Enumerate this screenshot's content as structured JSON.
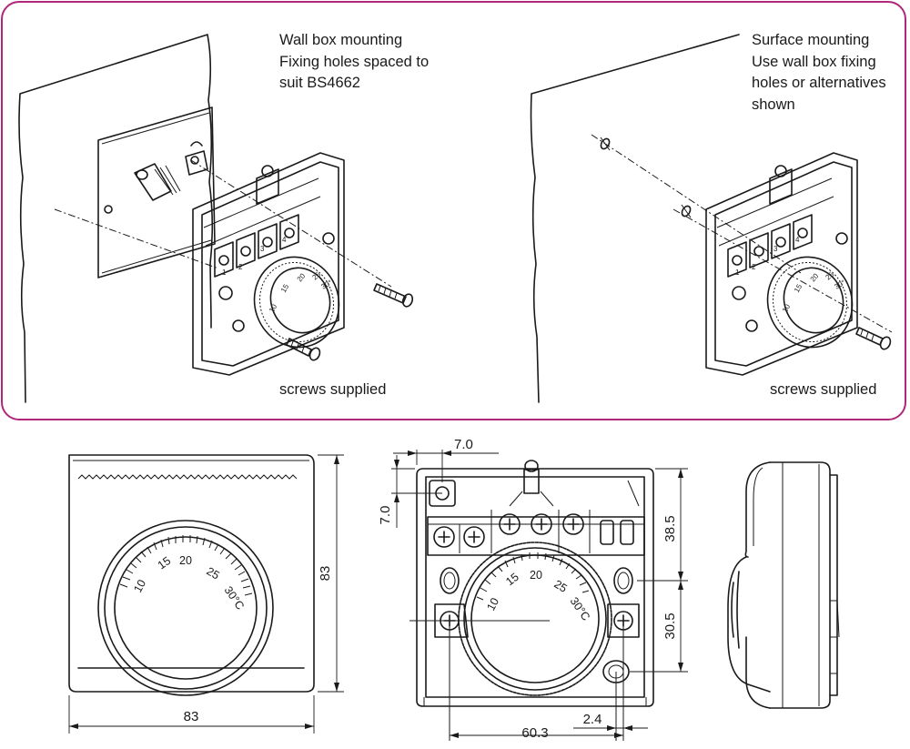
{
  "wall_box": {
    "lines": [
      "Wall box mounting",
      "Fixing holes spaced to",
      "suit BS4662"
    ],
    "screws_label": "screws supplied"
  },
  "surface": {
    "lines": [
      "Surface mounting",
      "Use wall box fixing",
      "holes or alternatives",
      "shown"
    ],
    "screws_label": "screws supplied"
  },
  "dial_scale": [
    "10",
    "15",
    "20",
    "25",
    "30°C"
  ],
  "terminal_numbers": [
    "1",
    "2",
    "3",
    "4"
  ],
  "front_view": {
    "width_label": "83",
    "height_label": "83"
  },
  "back_view": {
    "top_offset": "7.0",
    "side_offset": "7.0",
    "upper_height": "38.5",
    "lower_height": "30.5",
    "hole_spacing": "60.3",
    "edge_offset": "2.4"
  },
  "colors": {
    "panel_border": "#b0277a",
    "ink": "#1a1a1a"
  }
}
